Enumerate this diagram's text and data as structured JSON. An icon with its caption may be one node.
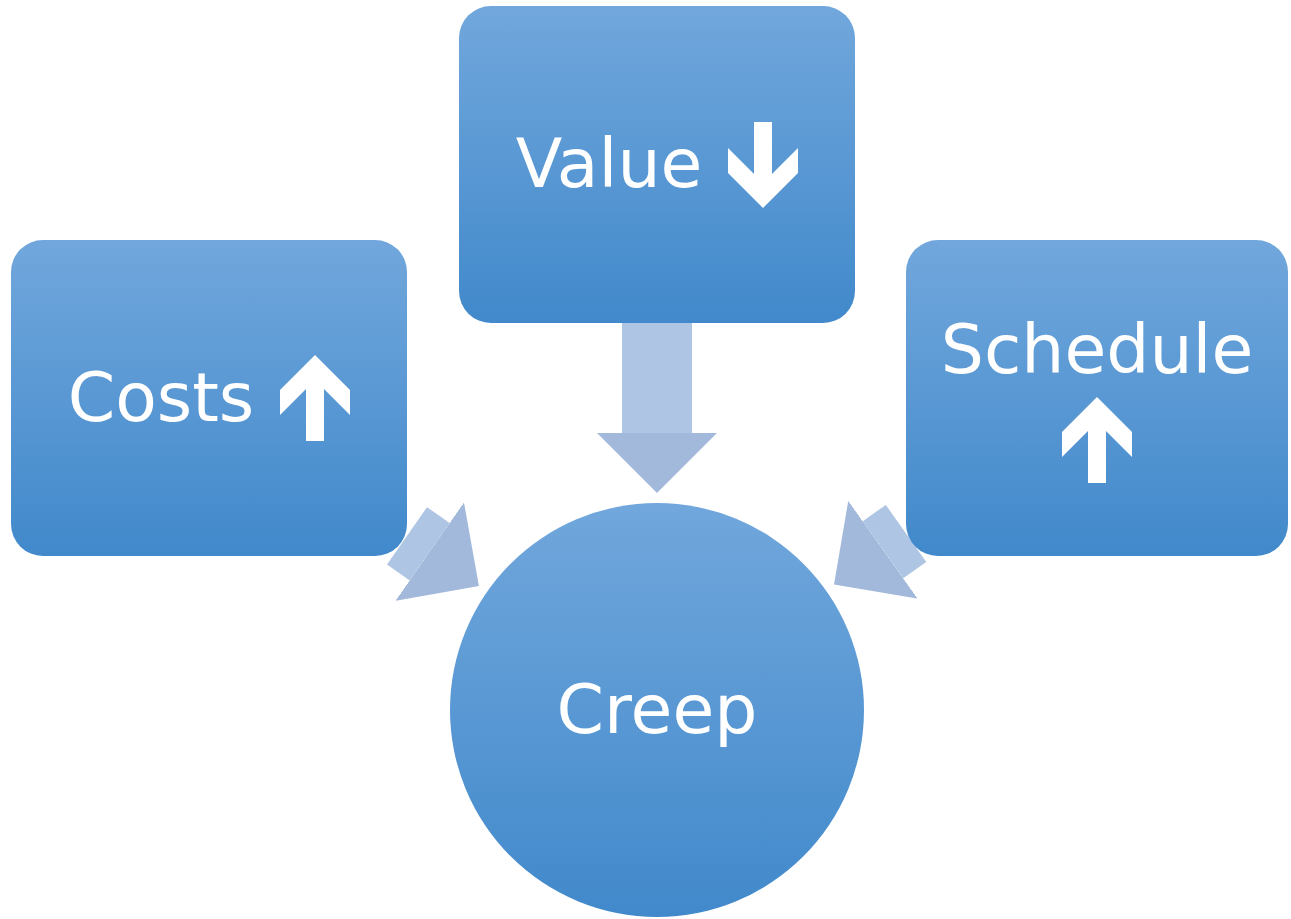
{
  "diagram": {
    "nodes": [
      {
        "text": [
          "Value"
        ]
      },
      {
        "text": [
          "Costs"
        ]
      },
      {
        "text": [
          "Schedule"
        ]
      },
      {
        "text": [
          "Creep"
        ]
      }
    ],
    "edges": [
      {
        "from": 0,
        "to": 3,
        "arrow": "to"
      },
      {
        "from": 1,
        "to": 3,
        "arrow": "to"
      },
      {
        "from": 2,
        "to": 3,
        "arrow": "to"
      }
    ]
  }
}
